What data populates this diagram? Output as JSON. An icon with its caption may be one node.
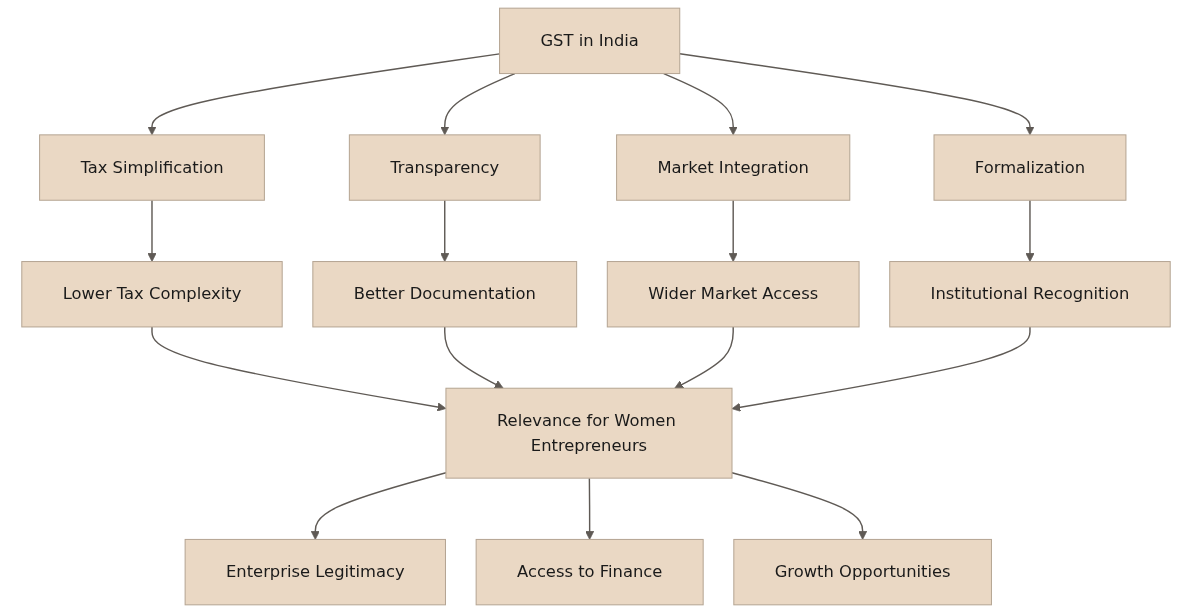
{
  "diagram": {
    "nodes": [
      {
        "text": [
          "GST in India"
        ]
      },
      {
        "text": [
          "Tax Simplification"
        ]
      },
      {
        "text": [
          "Transparency"
        ]
      },
      {
        "text": [
          "Market Integration"
        ]
      },
      {
        "text": [
          "Formalization"
        ]
      },
      {
        "text": [
          "Lower Tax Complexity"
        ]
      },
      {
        "text": [
          "Better Documentation"
        ]
      },
      {
        "text": [
          "Wider Market Access"
        ]
      },
      {
        "text": [
          "Institutional Recognition"
        ]
      },
      {
        "text": [
          "Relevance for Women Entrepreneurs"
        ]
      },
      {
        "text": [
          "Enterprise Legitimacy"
        ]
      },
      {
        "text": [
          "Access to Finance"
        ]
      },
      {
        "text": [
          "Growth Opportunities"
        ]
      }
    ],
    "edges": [
      {
        "from": 0,
        "to": 1,
        "arrow": "to"
      },
      {
        "from": 0,
        "to": 2,
        "arrow": "to"
      },
      {
        "from": 0,
        "to": 3,
        "arrow": "to"
      },
      {
        "from": 0,
        "to": 4,
        "arrow": "to"
      },
      {
        "from": 1,
        "to": 5,
        "arrow": "to"
      },
      {
        "from": 2,
        "to": 6,
        "arrow": "to"
      },
      {
        "from": 3,
        "to": 7,
        "arrow": "to"
      },
      {
        "from": 4,
        "to": 8,
        "arrow": "to"
      },
      {
        "from": 5,
        "to": 9,
        "arrow": "to"
      },
      {
        "from": 6,
        "to": 9,
        "arrow": "to"
      },
      {
        "from": 7,
        "to": 9,
        "arrow": "to"
      },
      {
        "from": 8,
        "to": 9,
        "arrow": "to"
      },
      {
        "from": 9,
        "to": 10,
        "arrow": "to"
      },
      {
        "from": 9,
        "to": 11,
        "arrow": "to"
      },
      {
        "from": 9,
        "to": 12,
        "arrow": "to"
      }
    ]
  }
}
